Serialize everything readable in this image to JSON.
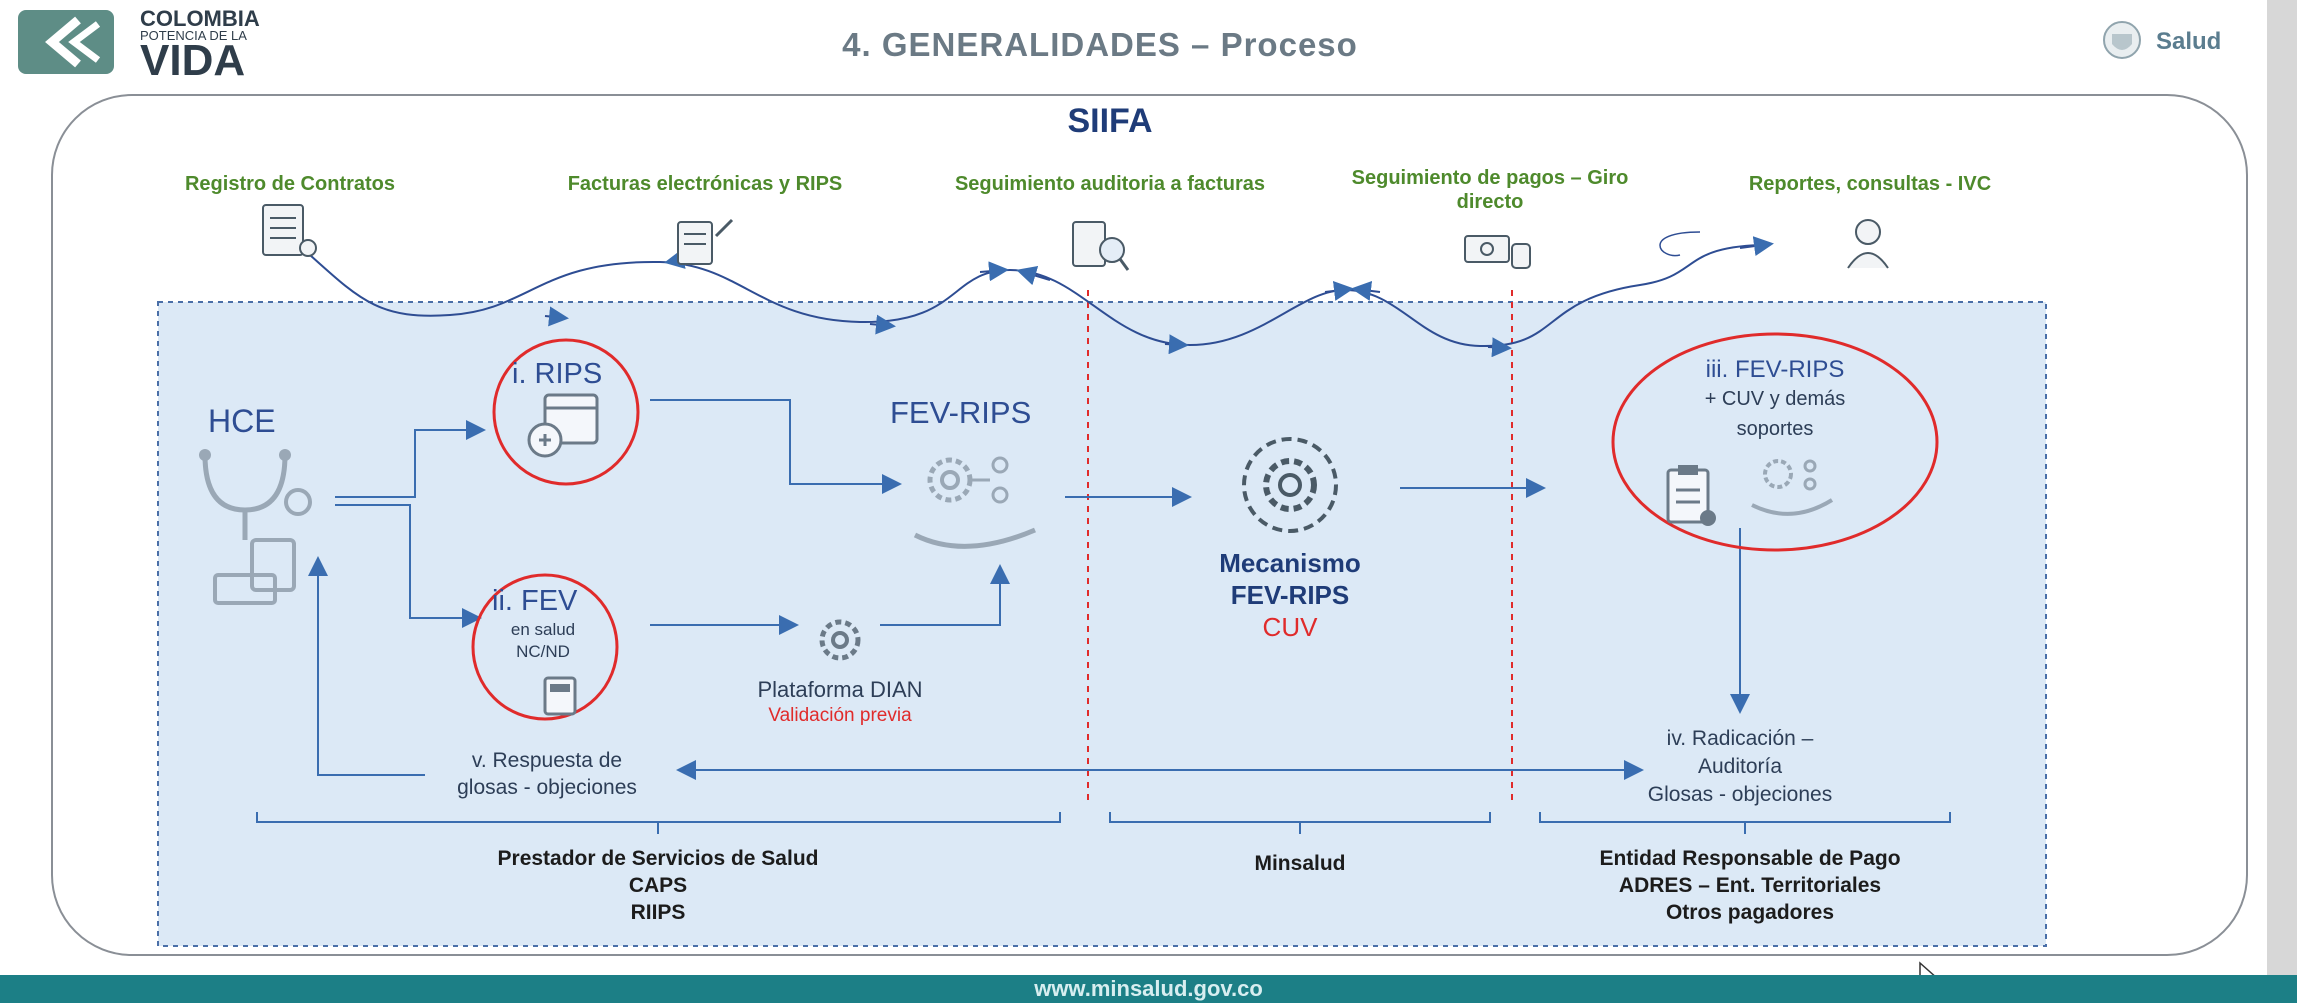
{
  "header": {
    "brand_line1": "COLOMBIA",
    "brand_line2": "POTENCIA DE LA",
    "brand_line3": "VIDA",
    "title": "4. GENERALIDADES – Proceso",
    "ministry_label": "Salud"
  },
  "diagram": {
    "system_title": "SIIFA",
    "top_services": [
      {
        "label": "Registro de Contratos",
        "icon": "contract-document-icon"
      },
      {
        "label": "Facturas electrónicas y RIPS",
        "icon": "invoice-sign-icon"
      },
      {
        "label": "Seguimiento auditoria a facturas",
        "icon": "audit-magnifier-icon"
      },
      {
        "label": "Seguimiento de pagos – Giro directo",
        "icon": "money-coins-icon"
      },
      {
        "label": "Reportes, consultas - IVC",
        "icon": "person-report-icon"
      }
    ],
    "hce_label": "HCE",
    "rips_step": {
      "label": "i. RIPS",
      "icon": "calendar-health-icon"
    },
    "fev_step": {
      "label": "ii. FEV",
      "sub1": "en salud",
      "sub2": "NC/ND",
      "icon": "calculator-icon"
    },
    "fev_rips_label": "FEV-RIPS",
    "dian": {
      "label": "Plataforma DIAN",
      "sublabel": "Validación previa"
    },
    "mechanism": {
      "line1": "Mecanismo",
      "line2": "FEV-RIPS",
      "line3": "CUV"
    },
    "fev_rips_cuv": {
      "line1": "iii. FEV-RIPS",
      "line2": "+ CUV y demás",
      "line3": "soportes"
    },
    "radicacion": {
      "line1": "iv. Radicación –",
      "line2": "Auditoría",
      "line3": "Glosas - objeciones"
    },
    "respuesta": {
      "line1": "v. Respuesta de",
      "line2": "glosas - objeciones"
    },
    "actors": [
      {
        "line1": "Prestador de Servicios de Salud",
        "line2": "CAPS",
        "line3": "RIIPS"
      },
      {
        "line1": "Minsalud"
      },
      {
        "line1": "Entidad Responsable de Pago",
        "line2": "ADRES – Ent. Territoriales",
        "line3": "Otros pagadores"
      }
    ]
  },
  "footer": {
    "url": "www.minsalud.gov.co"
  },
  "colors": {
    "accent_blue": "#2e4d93",
    "accent_green": "#4e8a2c",
    "highlight_red": "#e02b2b",
    "panel_bg": "#dce9f6",
    "footer_bg": "#1c7f86"
  }
}
